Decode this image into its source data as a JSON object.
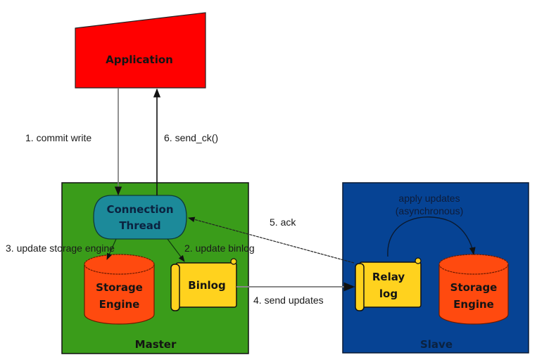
{
  "diagram": {
    "title": "MySQL semi-synchronous replication flow",
    "nodes": {
      "application": {
        "label": "Application",
        "color": "#ff0000"
      },
      "master": {
        "label": "Master",
        "color": "#3a9c1a"
      },
      "slave": {
        "label": "Slave",
        "color": "#064394"
      },
      "connection_thread": {
        "line1": "Connection",
        "line2": "Thread",
        "color": "#1c8a9a"
      },
      "master_storage": {
        "line1": "Storage",
        "line2": "Engine",
        "color": "#ff4a0f"
      },
      "binlog": {
        "label": "Binlog",
        "color": "#ffd21e"
      },
      "relay_log": {
        "line1": "Relay",
        "line2": "log",
        "color": "#ffd21e"
      },
      "slave_storage": {
        "line1": "Storage",
        "line2": "Engine",
        "color": "#ff4a0f"
      }
    },
    "edges": [
      {
        "id": "commit_write",
        "label": "1. commit write",
        "from": "application",
        "to": "connection_thread"
      },
      {
        "id": "update_binlog",
        "label": "2. update binlog",
        "from": "connection_thread",
        "to": "binlog"
      },
      {
        "id": "update_storage",
        "label": "3. update storage engine",
        "from": "connection_thread",
        "to": "master_storage"
      },
      {
        "id": "send_updates",
        "label": "4. send updates",
        "from": "binlog",
        "to": "relay_log"
      },
      {
        "id": "ack",
        "label": "5. ack",
        "from": "relay_log",
        "to": "connection_thread"
      },
      {
        "id": "send_ck",
        "label": "6. send_ck()",
        "from": "connection_thread",
        "to": "application"
      },
      {
        "id": "apply_updates",
        "label_line1": "apply updates",
        "label_line2": "(asynchronous)",
        "from": "relay_log",
        "to": "slave_storage"
      }
    ]
  }
}
